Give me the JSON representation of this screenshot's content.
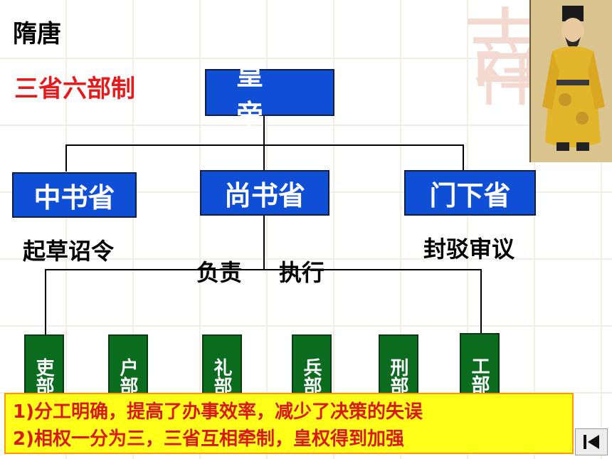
{
  "title": "隋唐",
  "subtitle": "三省六部制",
  "emperor": "皇帝",
  "provinces": [
    {
      "name": "中书省",
      "role": "起草诏令"
    },
    {
      "name": "尚书省",
      "role_left": "负责",
      "role_right": "执行"
    },
    {
      "name": "门下省",
      "role": "封驳审议"
    }
  ],
  "ministries": [
    "吏部",
    "户部",
    "礼部",
    "兵部",
    "刑部",
    "工部"
  ],
  "summary": [
    "1)分工明确，提高了办事效率，减少了决策的失误",
    "2)相权一分为三，三省互相牵制，皇权得到加强"
  ],
  "colors": {
    "box_blue": "#0f4fd6",
    "ministry_green": "#0b6b1e",
    "title_red": "#e51a1a",
    "summary_bg": "#ffff1a"
  },
  "icons": {
    "portrait": "emperor-portrait",
    "back": "back-to-start-icon"
  }
}
